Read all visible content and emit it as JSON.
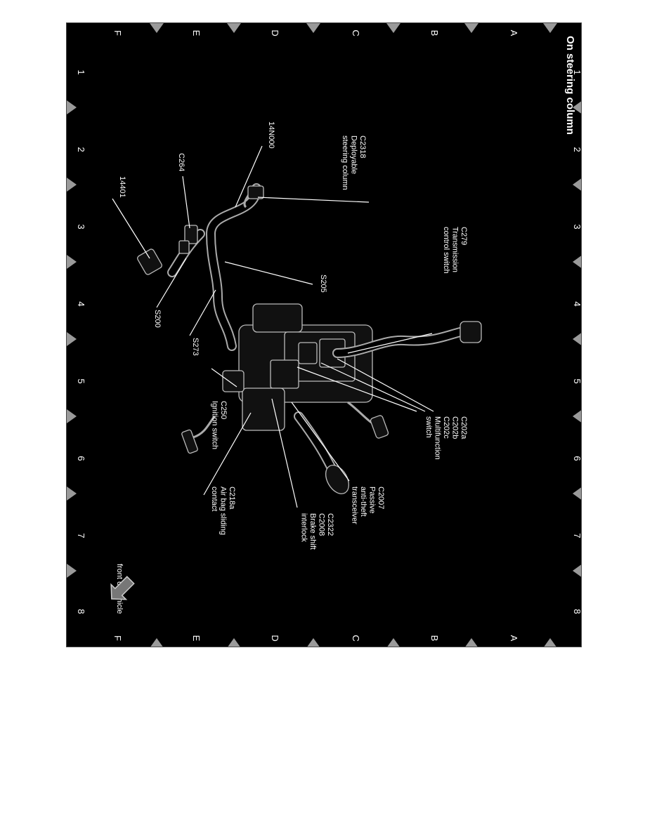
{
  "title": "On steering column",
  "grid": {
    "rows": [
      "A",
      "B",
      "C",
      "D",
      "E",
      "F"
    ],
    "cols": [
      "1",
      "2",
      "3",
      "4",
      "5",
      "6",
      "7",
      "8"
    ]
  },
  "callouts": {
    "c279": [
      "C279",
      "Transmission",
      "control switch"
    ],
    "c2318": [
      "C2318",
      "Deployable",
      "steering column"
    ],
    "n14000": [
      "14N000"
    ],
    "c264": [
      "C264"
    ],
    "n14401": [
      "14401"
    ],
    "s205": [
      "S205"
    ],
    "s200": [
      "S200"
    ],
    "s273": [
      "S273"
    ],
    "c202": [
      "C202a",
      "C202b",
      "C202c",
      "Multifunction",
      "switch"
    ],
    "c2007": [
      "C2007",
      "Passive",
      "anti-theft",
      "transceiver"
    ],
    "c2322": [
      "C2322",
      "C2008",
      "Brake shift",
      "interlock"
    ],
    "c250": [
      "C250",
      "Ignition switch"
    ],
    "c218a": [
      "C218a",
      "Air bag sliding",
      "contact"
    ],
    "front": [
      "front of vehicle"
    ]
  },
  "icons": {
    "front_arrow": "front-arrow-icon"
  }
}
